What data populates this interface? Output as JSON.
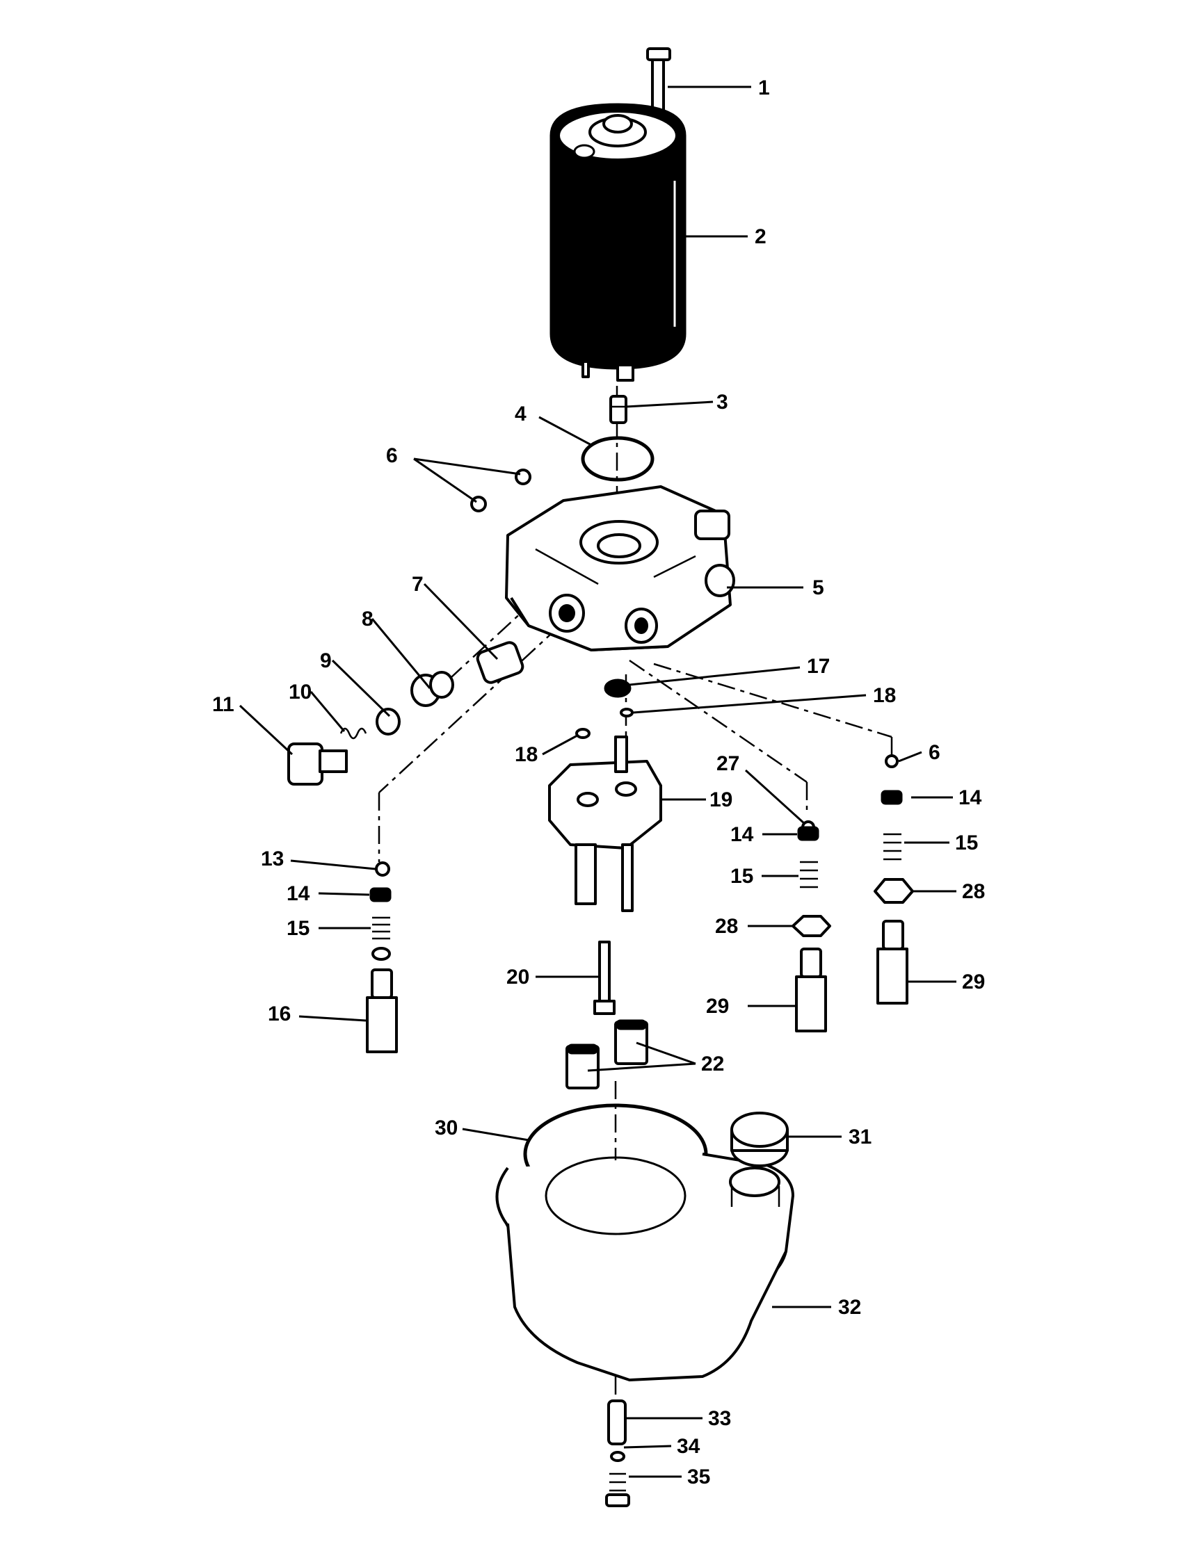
{
  "diagram": {
    "callouts": [
      {
        "id": "c1",
        "label": "1"
      },
      {
        "id": "c2",
        "label": "2"
      },
      {
        "id": "c3",
        "label": "3"
      },
      {
        "id": "c4",
        "label": "4"
      },
      {
        "id": "c6a",
        "label": "6"
      },
      {
        "id": "c5",
        "label": "5"
      },
      {
        "id": "c7",
        "label": "7"
      },
      {
        "id": "c8",
        "label": "8"
      },
      {
        "id": "c9",
        "label": "9"
      },
      {
        "id": "c10",
        "label": "10"
      },
      {
        "id": "c11",
        "label": "11"
      },
      {
        "id": "c17",
        "label": "17"
      },
      {
        "id": "c18a",
        "label": "18"
      },
      {
        "id": "c18b",
        "label": "18"
      },
      {
        "id": "c6b",
        "label": "6"
      },
      {
        "id": "c27",
        "label": "27"
      },
      {
        "id": "c19",
        "label": "19"
      },
      {
        "id": "c14a",
        "label": "14"
      },
      {
        "id": "c14b",
        "label": "14"
      },
      {
        "id": "c15a",
        "label": "15"
      },
      {
        "id": "c15b",
        "label": "15"
      },
      {
        "id": "c13",
        "label": "13"
      },
      {
        "id": "c14c",
        "label": "14"
      },
      {
        "id": "c15c",
        "label": "15"
      },
      {
        "id": "c28a",
        "label": "28"
      },
      {
        "id": "c28b",
        "label": "28"
      },
      {
        "id": "c20",
        "label": "20"
      },
      {
        "id": "c29a",
        "label": "29"
      },
      {
        "id": "c29b",
        "label": "29"
      },
      {
        "id": "c16",
        "label": "16"
      },
      {
        "id": "c22",
        "label": "22"
      },
      {
        "id": "c30",
        "label": "30"
      },
      {
        "id": "c31",
        "label": "31"
      },
      {
        "id": "c32",
        "label": "32"
      },
      {
        "id": "c33",
        "label": "33"
      },
      {
        "id": "c34",
        "label": "34"
      },
      {
        "id": "c35",
        "label": "35"
      }
    ]
  }
}
